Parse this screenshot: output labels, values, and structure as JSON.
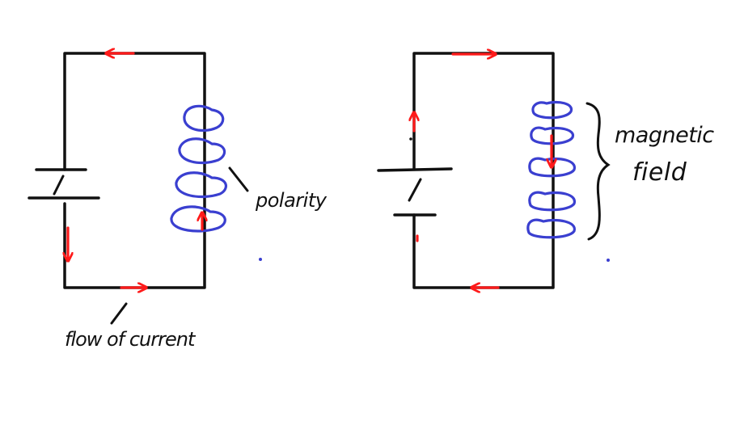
{
  "labels": {
    "polarity": "polarity",
    "flow_of_current": "flow of current",
    "magnetic": "magnetic",
    "field": "field"
  },
  "colors": {
    "wire": "#111111",
    "current_arrow": "#ff1a1a",
    "coil": "#3a3fd0",
    "background": "#ffffff"
  },
  "icons": {
    "battery": "battery-cell-icon",
    "coil": "solenoid-coil-icon",
    "arrow": "current-arrow-icon",
    "brace": "curly-brace-icon"
  }
}
